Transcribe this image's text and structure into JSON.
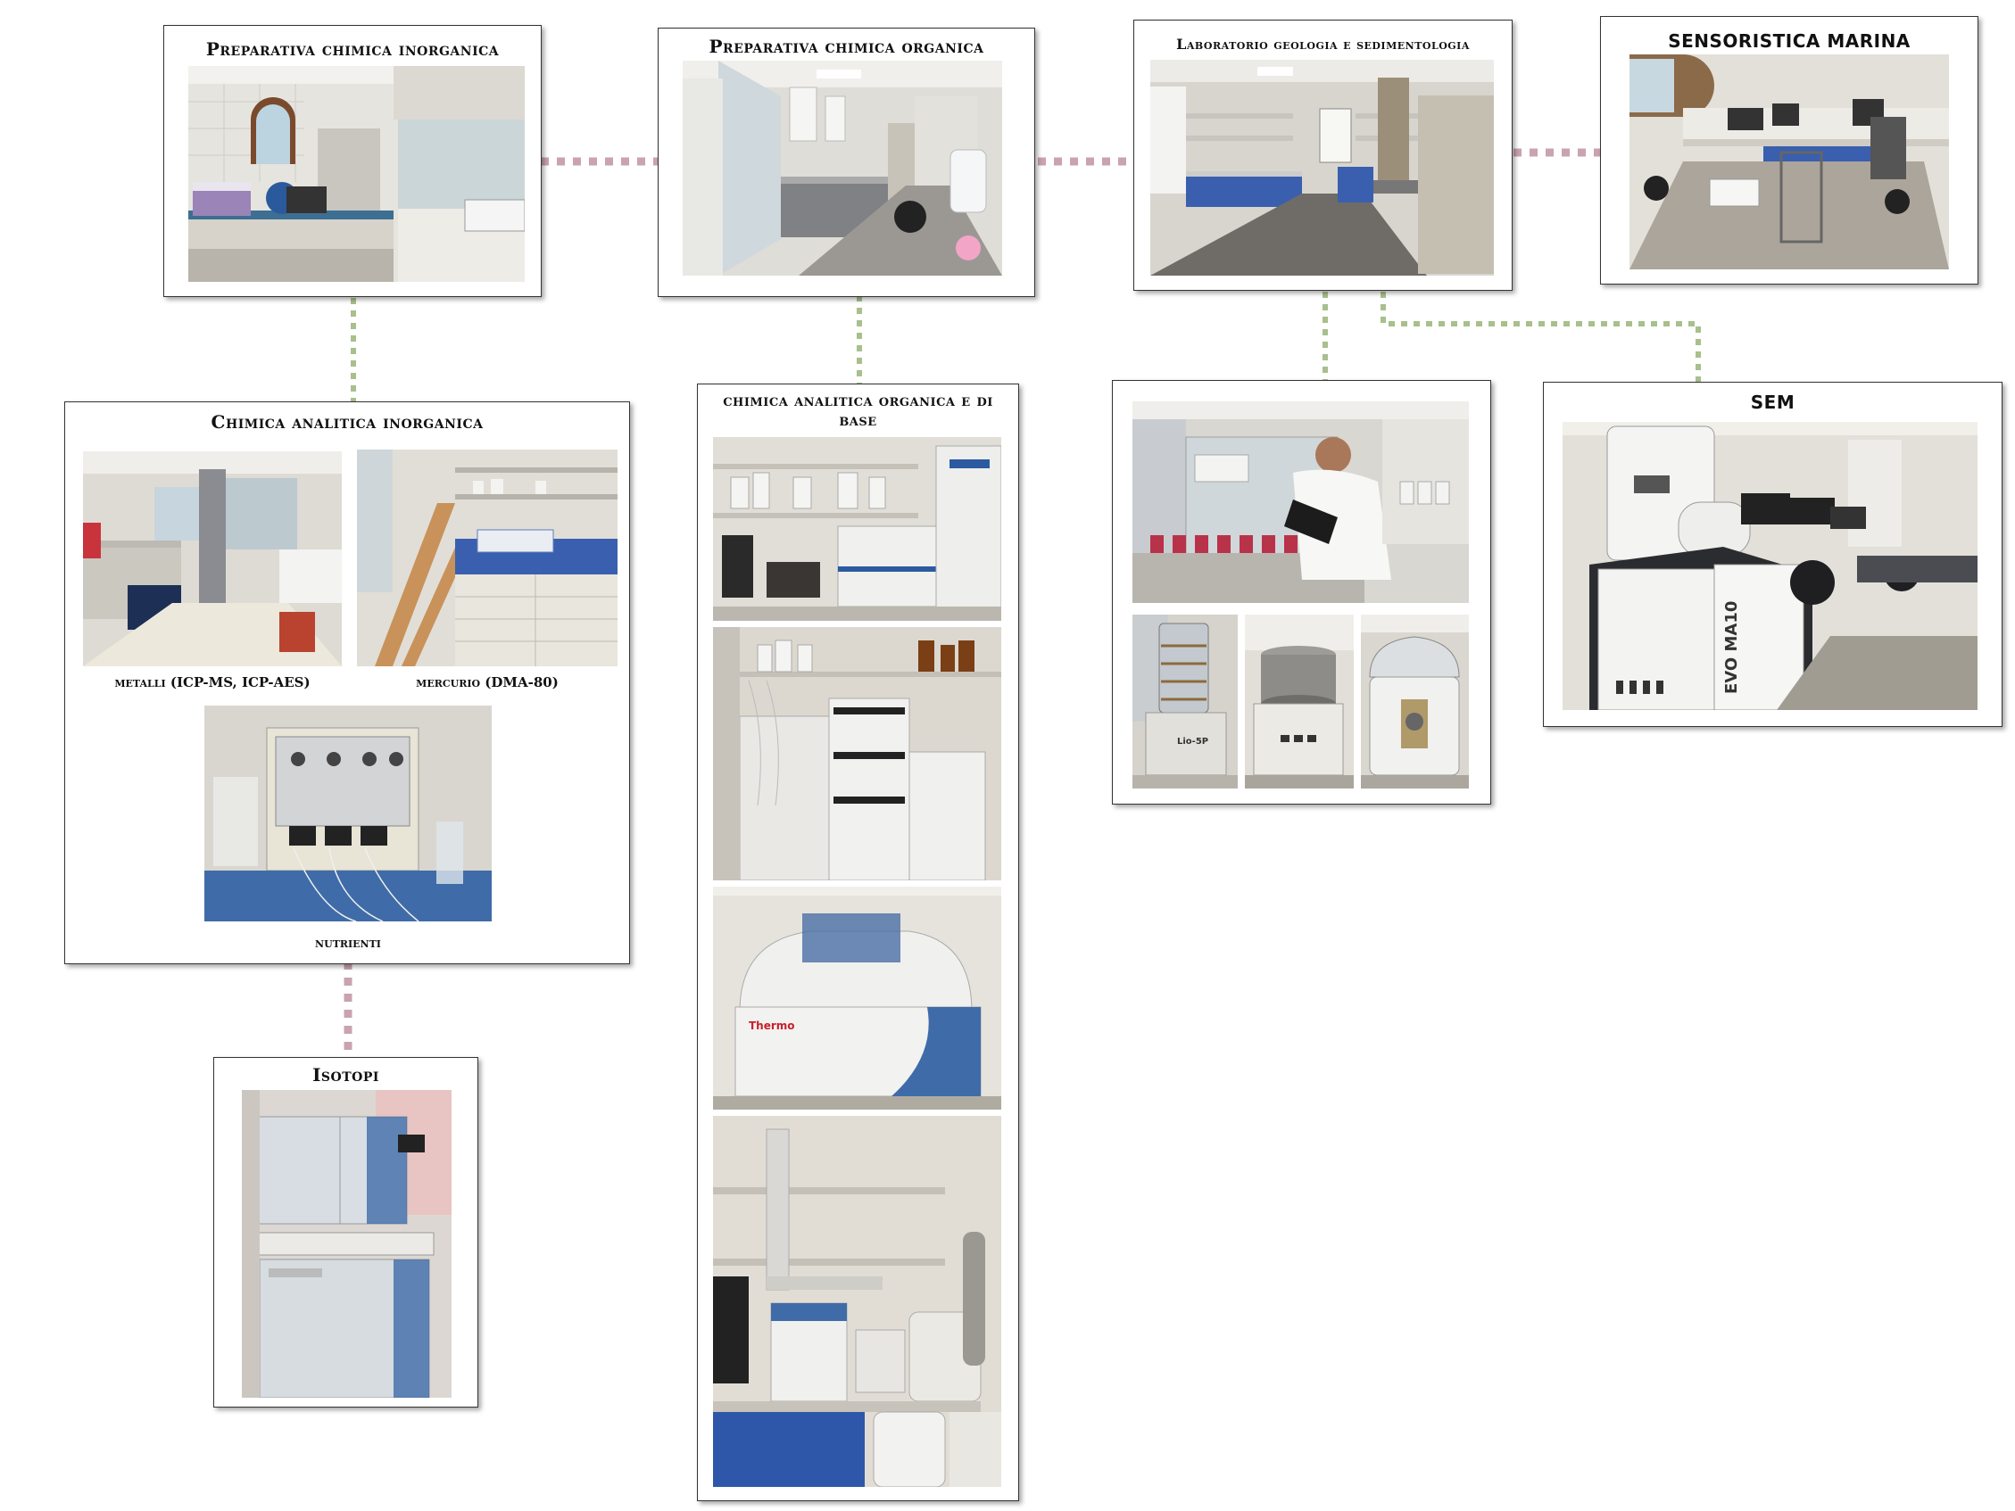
{
  "boxes": {
    "prep_inorg": {
      "title": "Preparativa chimica inorganica"
    },
    "prep_org": {
      "title": "Preparativa chimica organica"
    },
    "geo": {
      "title": "Laboratorio geologia e sedimentologia"
    },
    "sens": {
      "title": "SENSORISTICA MARINA"
    },
    "an_inorg": {
      "title": "Chimica analitica inorganica",
      "captions": [
        "metalli (ICP-MS, ICP-AES)",
        "mercurio (DMA-80)",
        "nutrienti"
      ]
    },
    "an_org": {
      "title": "chimica analitica organica e di base"
    },
    "sem": {
      "title": "SEM",
      "label_evo": "EVO MA10"
    },
    "iso": {
      "title": "Isotopi"
    }
  },
  "photo_labels": {
    "thermo": "Thermo",
    "lio": "Lio-5P"
  },
  "colors": {
    "pink_dots": "#c9a3ae",
    "green_dots": "#a7c08c",
    "border": "#333333",
    "lab_blue": "#3a5fae"
  }
}
